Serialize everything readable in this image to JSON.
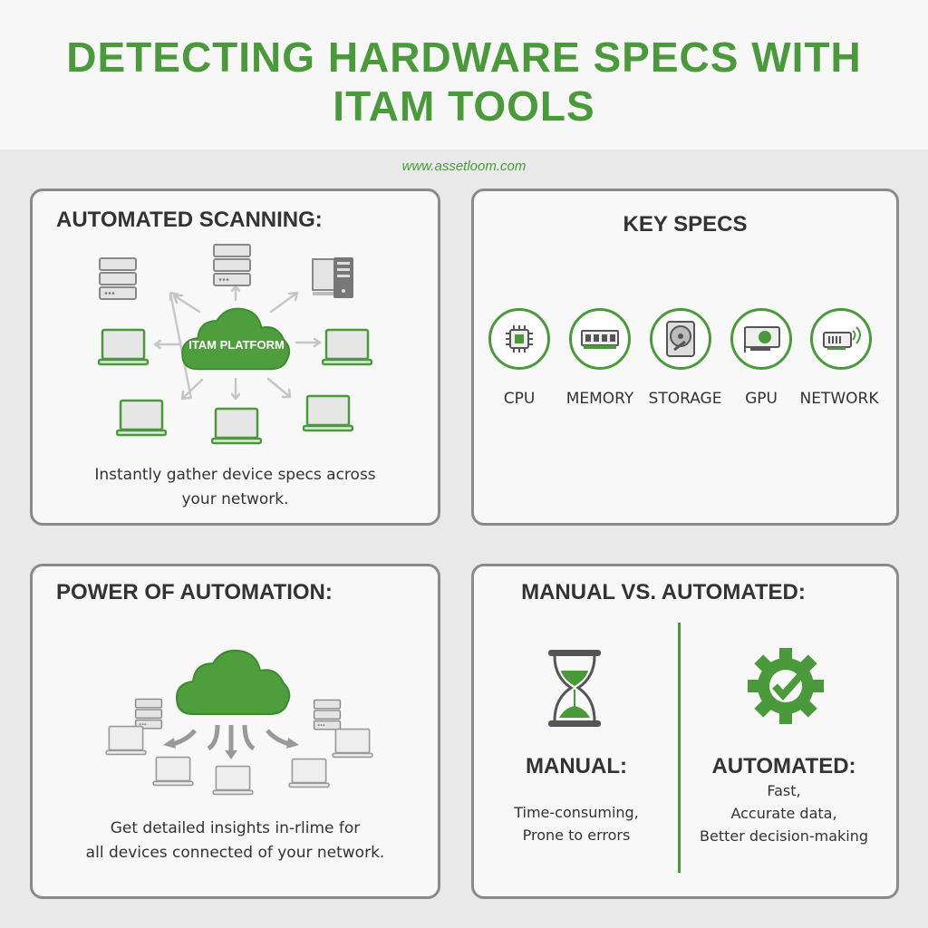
{
  "header": {
    "title_line1": "DETECTING HARDWARE SPECS WITH",
    "title_line2": "ITAM TOOLS",
    "url": "www.assetloom.com"
  },
  "colors": {
    "accent": "#4a9a3b",
    "text": "#333333",
    "border": "#8a8a8a"
  },
  "scanning": {
    "title": "AUTOMATED SCANNING:",
    "cloud_label": "ITAM PLATFORM",
    "caption_line1": "Instantly gather device specs across",
    "caption_line2": "your network."
  },
  "specs": {
    "title": "KEY SPECS",
    "items": [
      {
        "label": "CPU",
        "icon": "cpu-icon"
      },
      {
        "label": "MEMORY",
        "icon": "memory-icon"
      },
      {
        "label": "STORAGE",
        "icon": "hard-drive-icon"
      },
      {
        "label": "GPU",
        "icon": "gpu-icon"
      },
      {
        "label": "NETWORK",
        "icon": "network-card-icon"
      }
    ]
  },
  "automation": {
    "title": "POWER OF AUTOMATION:",
    "caption_line1": "Get detailed insights in-rlime for",
    "caption_line2": "all devices connected of your network."
  },
  "comparison": {
    "title": "MANUAL VS. AUTOMATED:",
    "manual": {
      "heading": "MANUAL:",
      "line1": "Time-consuming,",
      "line2": "Prone to errors"
    },
    "automated": {
      "heading": "AUTOMATED:",
      "line1": "Fast,",
      "line2": "Accurate data,",
      "line3": "Better decision-making"
    }
  }
}
